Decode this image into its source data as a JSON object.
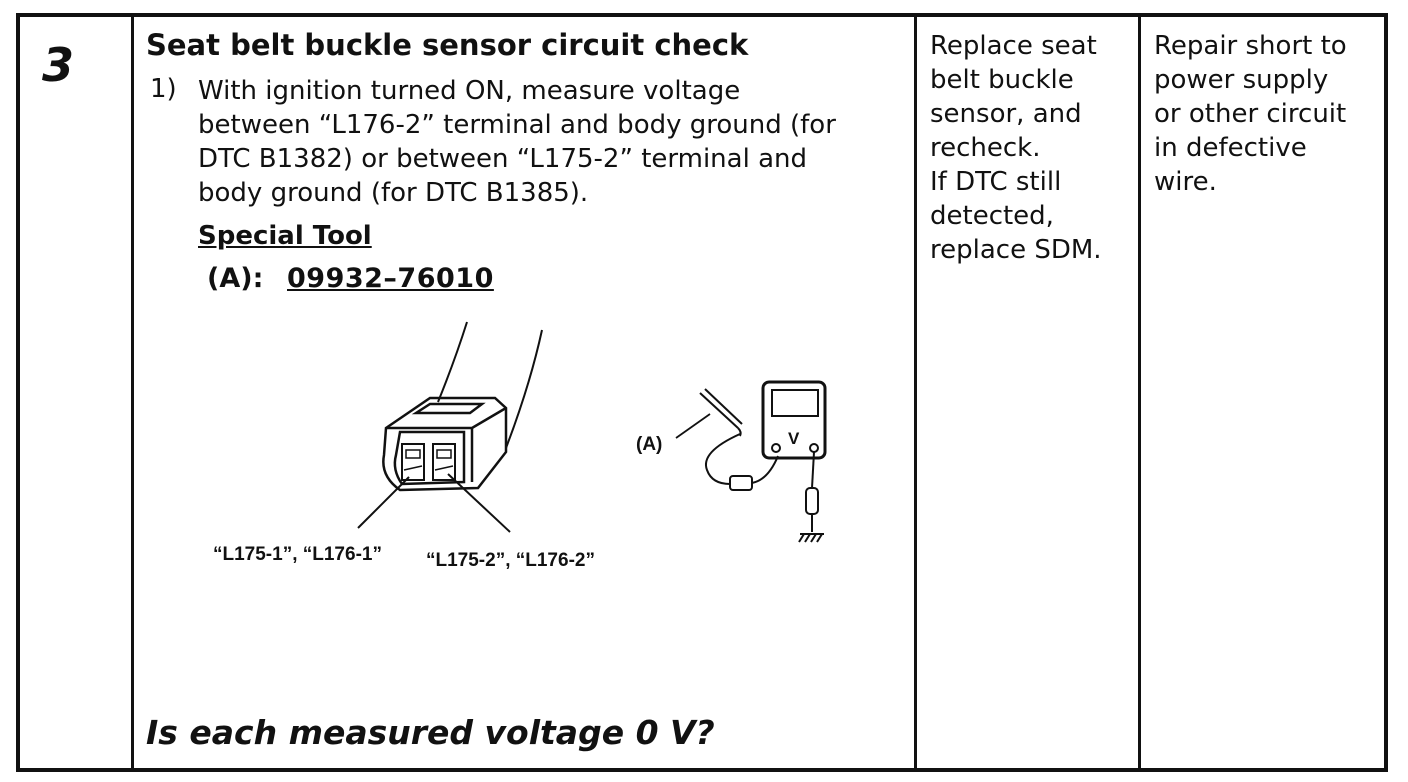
{
  "step": {
    "number": "3",
    "title": "Seat belt buckle sensor circuit check",
    "instruction_number": "1)",
    "instruction_lines": [
      "With ignition turned ON, measure voltage",
      "between “L176-2” terminal and body ground (for",
      "DTC B1382) or between “L175-2” terminal and",
      "body ground (for DTC B1385)."
    ],
    "special_tool_heading": "Special Tool",
    "tool_label": "(A):",
    "tool_number": "09932–76010",
    "figure": {
      "terminal_label_1": "“L175-1”, “L176-1”",
      "terminal_label_2": "“L175-2”, “L176-2”",
      "probe_label": "(A)",
      "meter_symbol": "V"
    },
    "question": "Is each measured voltage 0 V?"
  },
  "yes_action": {
    "lines": [
      "Replace seat",
      "belt buckle",
      "sensor, and",
      "recheck.",
      "If DTC still",
      "detected,",
      "replace SDM."
    ]
  },
  "no_action": {
    "lines": [
      "Repair short to",
      "power supply",
      "or other circuit",
      "in defective",
      "wire."
    ]
  }
}
